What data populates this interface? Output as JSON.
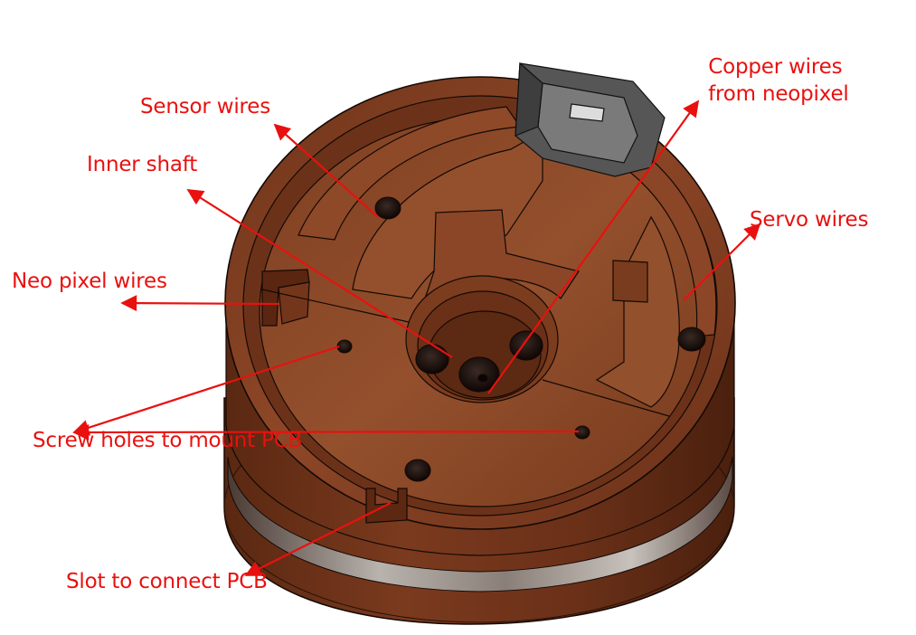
{
  "colors": {
    "annotation": "#e8110f",
    "wood_dark": "#3e1a0c",
    "wood_mid": "#7a3a1e",
    "wood_light": "#9a5331",
    "hole": "#1a0e08",
    "metal": "#9a9a98",
    "connector": "#3c3c3c",
    "outline": "#140905"
  },
  "annotations": [
    {
      "id": "sensor-wires",
      "text": "Sensor wires"
    },
    {
      "id": "inner-shaft",
      "text": "Inner shaft"
    },
    {
      "id": "neo-pixel-wires",
      "text": "Neo pixel wires"
    },
    {
      "id": "screw-holes",
      "text": "Screw holes to mount PCB"
    },
    {
      "id": "slot-pcb",
      "text": "Slot to connect PCB"
    },
    {
      "id": "copper-wires",
      "text": "Copper wires\n from neopixel"
    },
    {
      "id": "servo-wires",
      "text": "Servo wires"
    }
  ]
}
